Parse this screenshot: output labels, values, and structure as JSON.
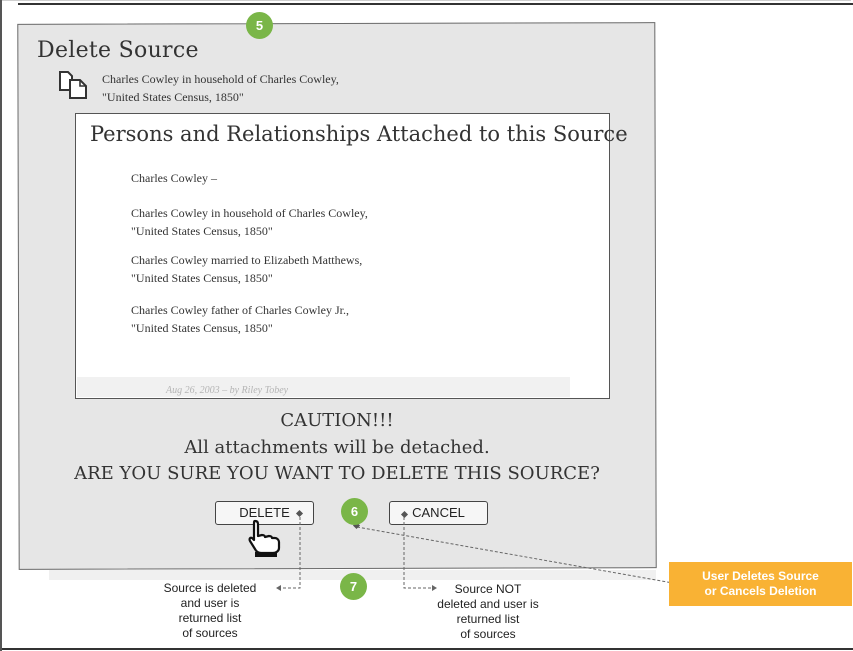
{
  "dialog": {
    "title": "Delete Source",
    "source_line1": "Charles Cowley in household of Charles Cowley,",
    "source_line2": "\"United States Census, 1850\""
  },
  "panel": {
    "title": "Persons and Relationships Attached to this Source",
    "items": [
      {
        "line1": "Charles Cowley  –"
      },
      {
        "line1": "Charles Cowley in household of Charles Cowley,",
        "line2": "\"United States Census, 1850\""
      },
      {
        "line1": "Charles Cowley married to Elizabeth Matthews,",
        "line2": "\"United States Census, 1850\""
      },
      {
        "line1": "Charles Cowley father of Charles Cowley Jr.,",
        "line2": "\"United States Census, 1850\""
      }
    ],
    "footer_note": "Aug 26, 2003 – by  Riley Tobey"
  },
  "warning": {
    "caution": "CAUTION!!!",
    "detach": "All attachments will be detached.",
    "confirm": "ARE YOU SURE YOU WANT TO DELETE THIS SOURCE?"
  },
  "buttons": {
    "delete_label": "DELETE",
    "cancel_label": "CANCEL"
  },
  "badges": {
    "step5": "5",
    "step6": "6",
    "step7": "7"
  },
  "annotations": {
    "delete_note": [
      "Source is deleted",
      "and user is",
      "returned list",
      "of sources"
    ],
    "cancel_note": [
      "Source NOT",
      "deleted and user is",
      "returned list",
      "of sources"
    ],
    "callout_line1": "User Deletes Source",
    "callout_line2": "or Cancels Deletion"
  },
  "colors": {
    "badge_green": "#7ab648",
    "callout_orange": "#f9b234",
    "dialog_bg": "#e6e6e6"
  }
}
